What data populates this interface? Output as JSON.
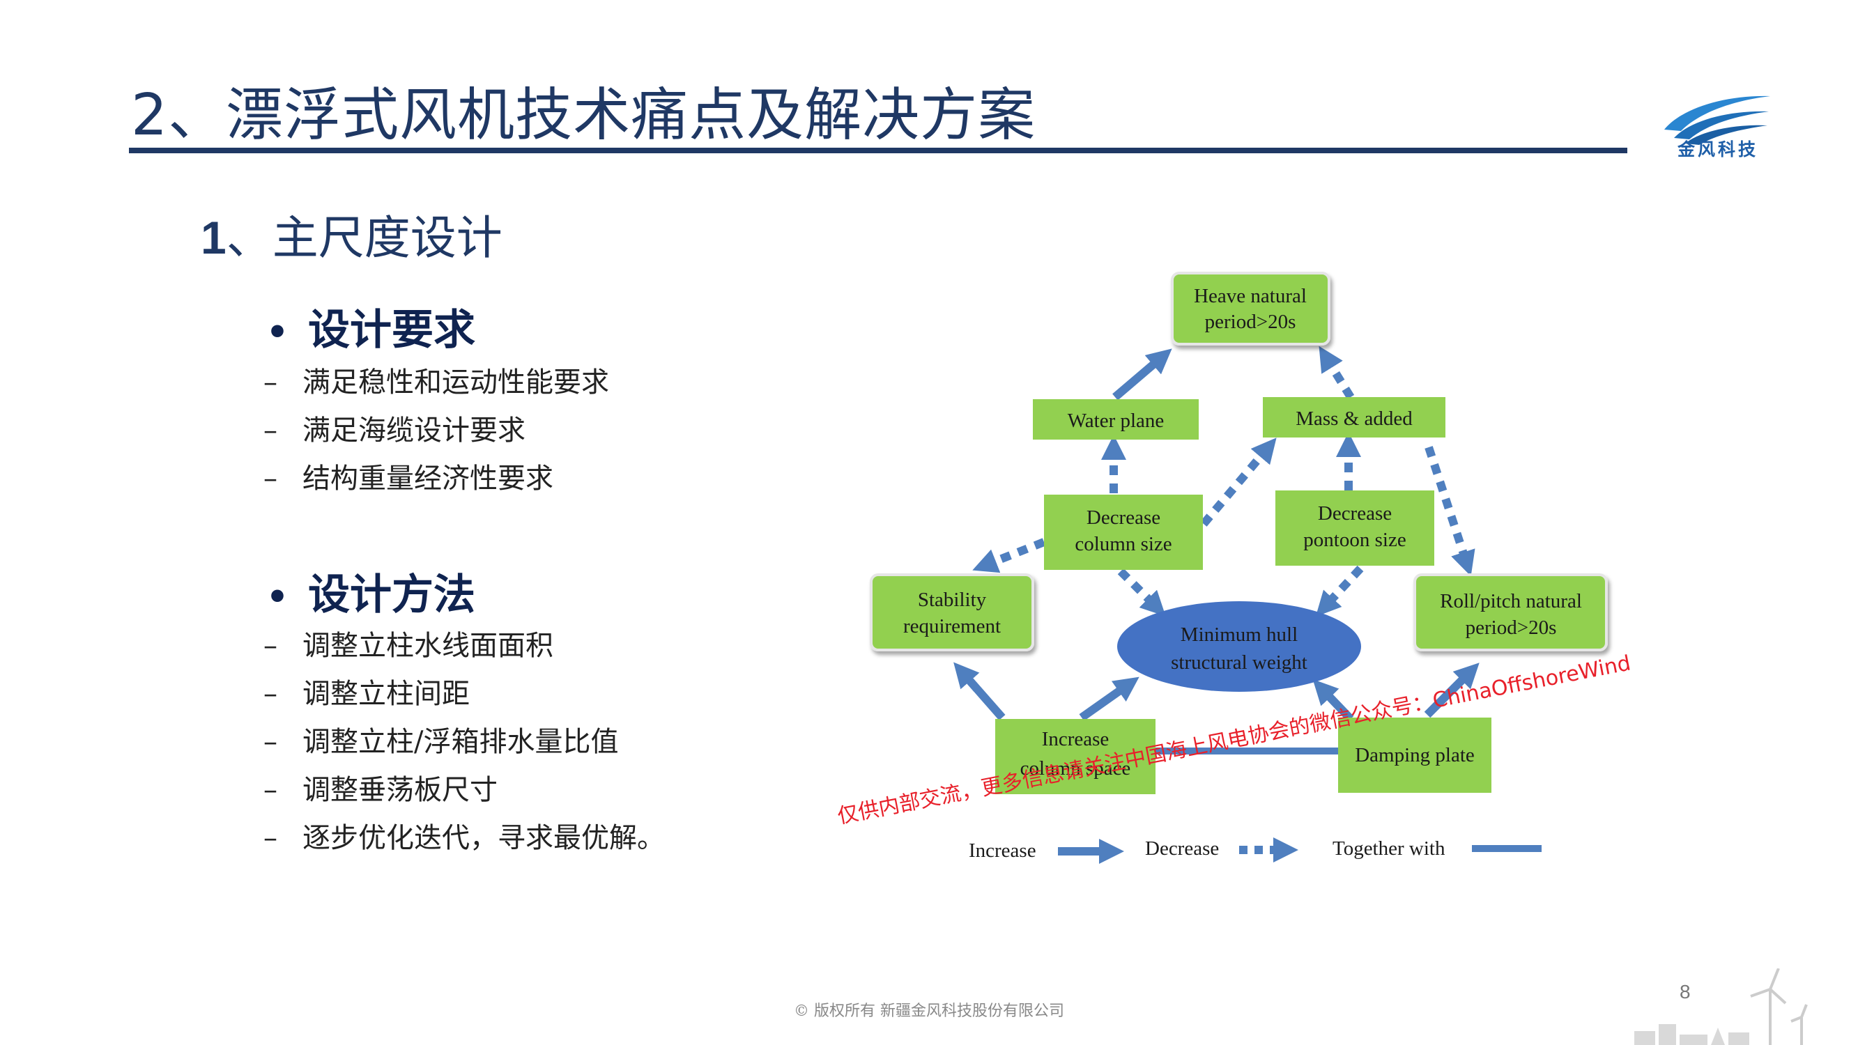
{
  "header": {
    "title": "2、漂浮式风机技术痛点及解决方案",
    "logo_text": "金风科技"
  },
  "section": {
    "number": "1",
    "title": "、主尺度设计"
  },
  "requirements": {
    "heading": "设计要求",
    "items": [
      "满足稳性和运动性能要求",
      "满足海缆设计要求",
      "结构重量经济性要求"
    ]
  },
  "methods": {
    "heading": "设计方法",
    "items": [
      "调整立柱水线面面积",
      "调整立柱间距",
      "调整立柱/浮箱排水量比值",
      "调整垂荡板尺寸",
      "逐步优化迭代，寻求最优解。"
    ]
  },
  "diagram": {
    "boxes": {
      "heave_l1": "Heave natural",
      "heave_l2": "period>20s",
      "water_plane": "Water plane",
      "mass_added": "Mass & added",
      "dec_col_l1": "Decrease",
      "dec_col_l2": "column size",
      "dec_pon_l1": "Decrease",
      "dec_pon_l2": "pontoon size",
      "stab_l1": "Stability",
      "stab_l2": "requirement",
      "roll_l1": "Roll/pitch natural",
      "roll_l2": "period>20s",
      "min_l1": "Minimum hull",
      "min_l2": "structural weight",
      "inc_l1": "Increase",
      "inc_l2": "column space",
      "damping": "Damping plate"
    },
    "legend": {
      "increase": "Increase",
      "decrease": "Decrease",
      "together": "Together with"
    },
    "watermark": "仅供内部交流，更多信息请关注中国海上风电协会的微信公众号：ChinaOffshoreWind",
    "colors": {
      "box_green": "#92d050",
      "arrow_blue": "#4f7fbf",
      "ellipse_blue": "#4472c4",
      "watermark_red": "#e8202a"
    }
  },
  "footer": {
    "copyright": "© 版权所有  新疆金风科技股份有限公司",
    "page_number": "8"
  }
}
